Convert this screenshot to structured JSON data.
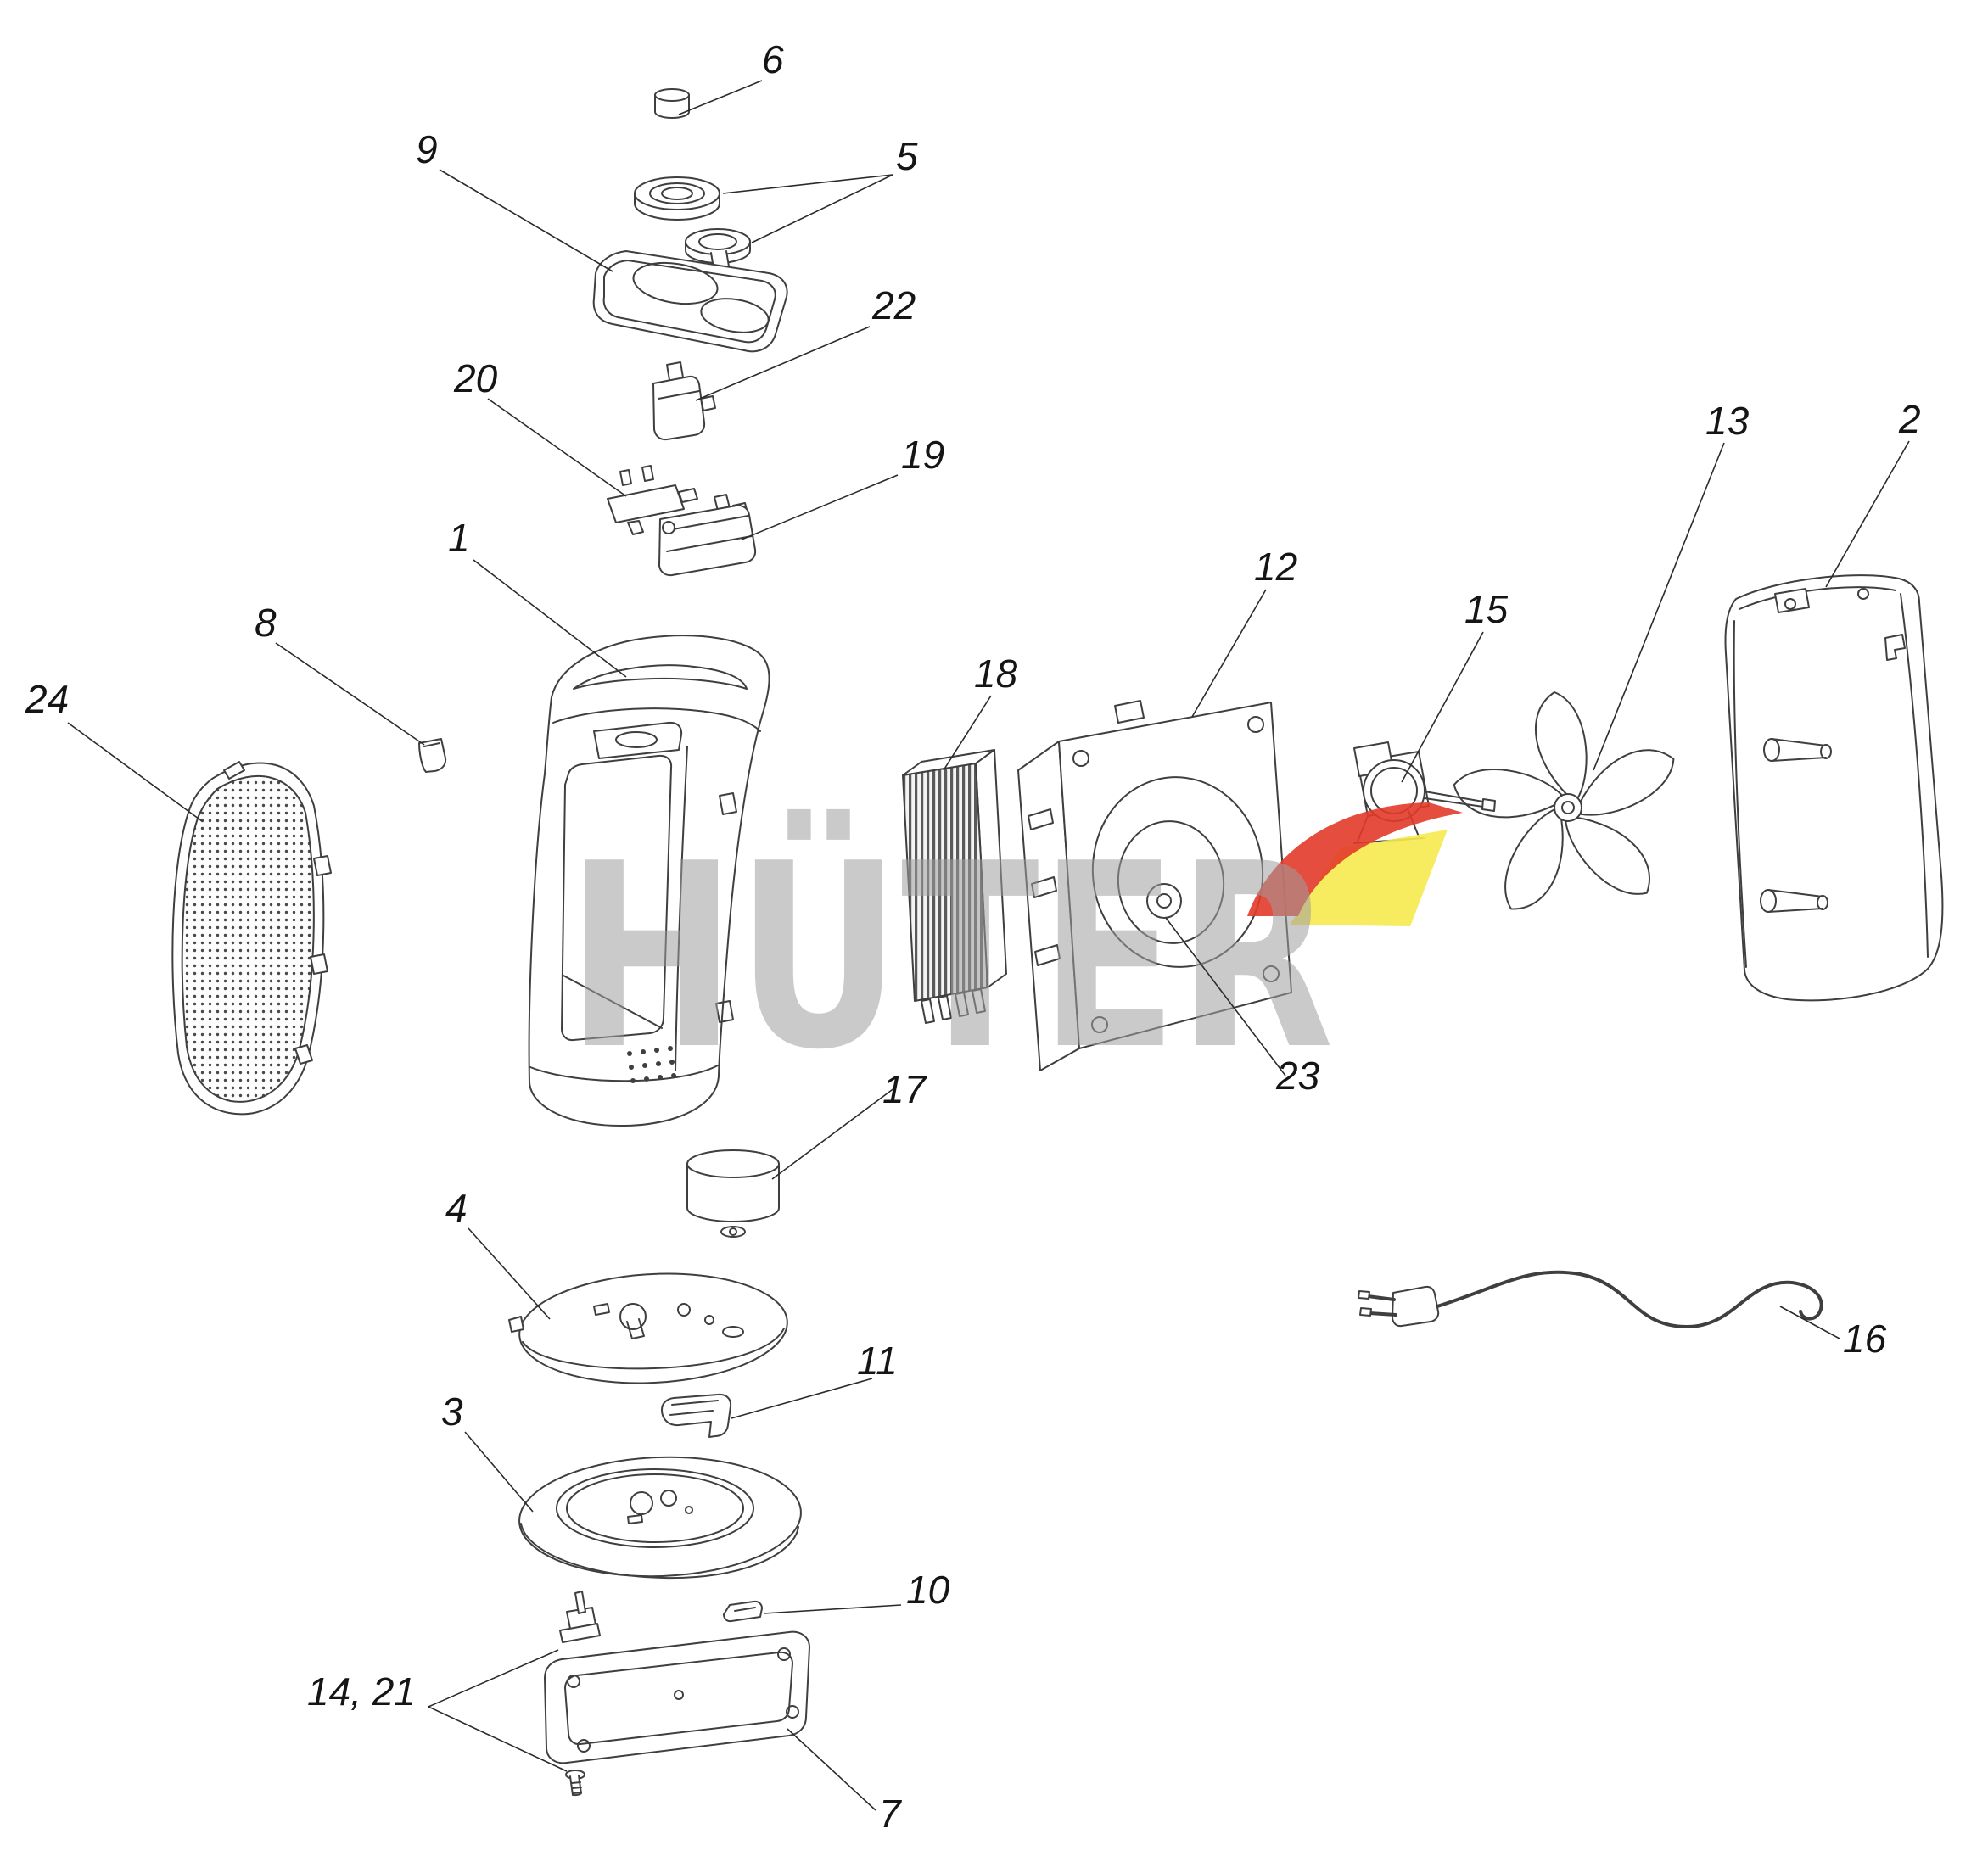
{
  "diagram": {
    "kind": "exploded-parts-diagram",
    "subject": "fan heater",
    "brand_watermark": "HÜTER",
    "colors": {
      "line": "#3f3f3f",
      "label": "#151515",
      "watermark_gray": "#9e9e9e",
      "flame_red": "#e23a2a",
      "flame_yellow": "#f6e94e"
    },
    "callouts": [
      {
        "part": "6"
      },
      {
        "part": "9"
      },
      {
        "part": "5"
      },
      {
        "part": "22"
      },
      {
        "part": "20"
      },
      {
        "part": "19"
      },
      {
        "part": "1"
      },
      {
        "part": "13"
      },
      {
        "part": "2"
      },
      {
        "part": "8"
      },
      {
        "part": "12"
      },
      {
        "part": "15"
      },
      {
        "part": "24"
      },
      {
        "part": "18"
      },
      {
        "part": "23"
      },
      {
        "part": "17"
      },
      {
        "part": "4"
      },
      {
        "part": "16"
      },
      {
        "part": "11"
      },
      {
        "part": "3"
      },
      {
        "part": "10"
      },
      {
        "part": "14, 21"
      },
      {
        "part": "7"
      }
    ]
  }
}
